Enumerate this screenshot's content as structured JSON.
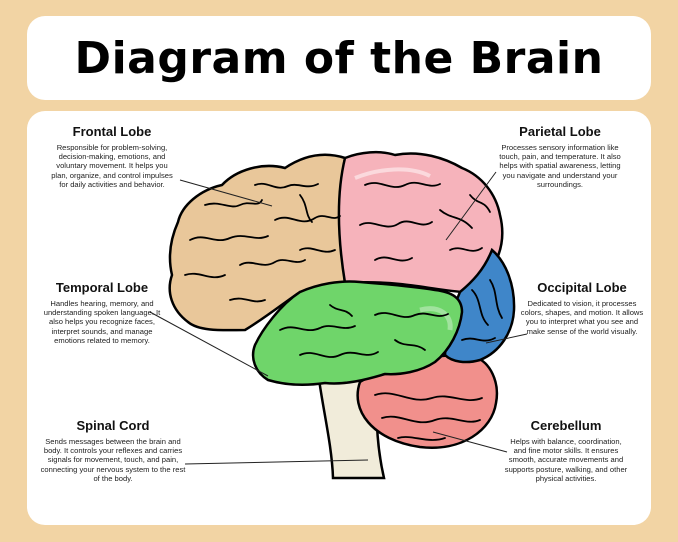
{
  "title": "Diagram of the Brain",
  "labels": {
    "frontal": {
      "heading": "Frontal Lobe",
      "text": "Responsible for problem-solving, decision-making, emotions, and voluntary movement. It helps you plan, organize, and control impulses for daily activities and behavior."
    },
    "parietal": {
      "heading": "Parietal Lobe",
      "text": "Processes sensory information like touch, pain, and temperature. It also helps with spatial awareness, letting you navigate and understand your surroundings."
    },
    "temporal": {
      "heading": "Temporal Lobe",
      "text": "Handles hearing, memory, and understanding spoken language. It also helps you recognize faces, interpret sounds, and manage emotions related to memory."
    },
    "occipital": {
      "heading": "Occipital Lobe",
      "text": "Dedicated to vision, it processes colors, shapes, and motion. It allows you to interpret what you see and make sense of the world visually."
    },
    "spinal": {
      "heading": "Spinal Cord",
      "text": "Sends messages between the brain and body. It controls your reflexes and carries signals for movement, touch, and pain, connecting your nervous system to the rest of the body."
    },
    "cerebellum": {
      "heading": "Cerebellum",
      "text": "Helps with balance, coordination, and fine motor skills. It ensures smooth, accurate movements and supports posture, walking, and other physical activities."
    }
  },
  "colors": {
    "background": "#f2d4a4",
    "frontal": "#e9c79a",
    "parietal": "#f6b3bb",
    "temporal": "#6fd56a",
    "occipital": "#3f86c9",
    "cerebellum": "#f1908c",
    "spinal_cord": "#f1ecda"
  }
}
